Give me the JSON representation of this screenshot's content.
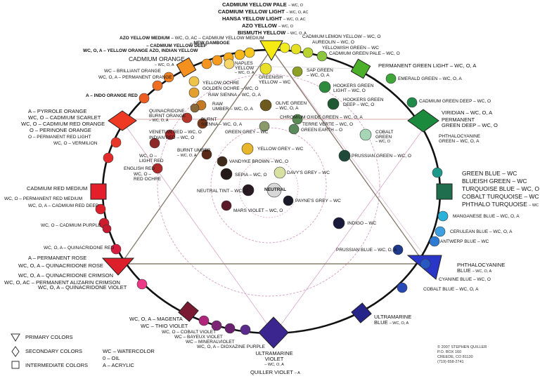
{
  "colors": {
    "ring": "#111111",
    "pink_circle": "#d9a6c9",
    "neutral": "#d8d8d8"
  },
  "primary_labels": {
    "cadmium_yellow_pale": "CADMIUM YELLOW PALE",
    "cadmium_yellow_light": "CADMIUM YELLOW LIGHT",
    "hansa_yellow_light": "HANSA YELLOW LIGHT",
    "azo_yellow": "AZO YELLOW",
    "bismuth_yellow": "BISMUTH YELLOW",
    "wc_o_a": "– WC, O, A",
    "wc_o_ac": "– WC, O, AC",
    "wc_o": "– WC, O"
  },
  "labels": {
    "azo_yellow_medium": "AZO YELLOW MEDIUM",
    "azo_yellow_medium_codes": "– WC, O, AC – CADMIUM YELLOW MEDIUM",
    "new_gamboge": "– NEW GAMBOGE",
    "cadmium_yellow_deep": "– CADMIUM YELLOW DEEP",
    "yellow_orange_azo": "WC, O, A – YELLOW ORANGE AZO, INDIAN YELLOW",
    "cadmium_orange": "CADMIUM ORANGE",
    "cadmium_orange_codes": "– WC, O, A",
    "brilliant_orange": "WC – BRILLIANT ORANGE",
    "permanent_orange": "WC, O, A – PERMANENT ORANGE",
    "indo_orange_red": "A – INDO ORANGE RED",
    "pyrrole_orange": "A – PYRROLE ORANGE",
    "cadmium_scarlet": "WC, O – CADMIUM SCARLET",
    "cadmium_red_orange": "WC, O – CADMIUM RED ORANGE",
    "perinone_orange": "O – PERINONE ORANGE",
    "permanent_red_light": "O – PERMANENT RED LIGHT",
    "vermilion": "WC, O – VERMILION",
    "cadmium_red_medium": "CADMIUM RED MEDIUM",
    "permanent_red_medium": "WC, O – PERMANENT RED MEDIUM",
    "cadmium_red_deep": "WC, O, A – CADMIUM RED DEEP",
    "cadmium_purple": "WC, O – CADMIUM PURPLE",
    "quinacridone_red": "WC, O, A – QUINACRIDONE RED",
    "permanent_rose": "A – PERMANENT ROSE",
    "quinacridone_rose": "WC, O, A – QUINACRIDONE ROSE",
    "quinacridone_crimson": "WC, O, A – QUINACRIDONE CRIMSON",
    "permanent_alizarin": "WC, O, AC – PERMANENT ALIZARIN CRIMSON",
    "quinacridone_violet": "WC, O, A – QUINACRIDONE VIOLET",
    "magenta": "WC, O, A – MAGENTA",
    "thio_violet": "WC – THIO VIOLET",
    "cobalt_violet": "WC, O – COBALT VIOLET",
    "bayeux_violet": "WC – BAYEUX VIOLET",
    "mineral_violet": "WC – MINERALVIOLET",
    "dioxazine_purple": "WC, O, A – DIOXAZINE PURPLE",
    "ultramarine_violet": "ULTRAMARINE",
    "ultramarine_violet2": "VIOLET",
    "ultramarine_violet_codes": "– WC, O, A",
    "quiller_violet": "QUILLER VIOLET",
    "quiller_violet_codes": "– A",
    "ultramarine_blue": "ULTRAMARINE",
    "ultramarine_blue2": "BLUE",
    "ultramarine_blue_codes": "– WC, O, A",
    "cyanine_blue": "CYANINE BLUE – WC, O",
    "cobalt_blue": "COBALT BLUE – WC, O, A",
    "phthalocyanine_blue": "PHTHALOCYANINE",
    "phthalocyanine_blue2": "BLUE",
    "phthalocyanine_blue_codes": "– WC, O, A",
    "antwerp_blue": "ANTWERP BLUE – WC",
    "cerulean_blue": "CERULEAN BLUE – WC, O, A",
    "manganese_blue": "MANGANESE BLUE – WC, O, A",
    "green_blue": "GREEN BLUE – WC",
    "blueish_green": "BLUEISH GREEN – WC",
    "turquoise_blue": "TURQUOISE BLUE – WC, O",
    "cobalt_turquoise": "COBALT TURQUOISE – WC",
    "phthalo_turquoise": "PHTHALO TURQUOISE",
    "phthalo_turquoise_codes": "– WC",
    "phthalocyanine_green": "PHTHALOCYANINE",
    "phthalocyanine_green2": "GREEN – WC, O, A",
    "viridian": "VIRIDIAN – WC, O, A",
    "permanent_green_deep": "PERMANENT",
    "permanent_green_deep2": "GREEN DEEP – WC, O",
    "cadmium_green_deep": "CADMIUM GREEN DEEP – WC, O",
    "emerald_green": "EMERALD GREEN – WC, O, A",
    "permanent_green_light": "PERMANENT GREEN LIGHT – WC, O, A",
    "cadmium_green_pale": "CADMIUM GREEN PALE – WC, O",
    "yellowish_green": "YELLOWISH GREEN – WC",
    "aureolin": "AUREOLIN – WC, O",
    "cadmium_lemon": "CADMIUM LEMON YELLOW – WC, O",
    "sap_green": "SAP GREEN",
    "sap_green_codes": "– WC, O, A",
    "hookers_green_light": "HOOKERS GREEN",
    "hookers_green_light2": "LIGHT – WC, O",
    "hookers_green_deep": "HOOKERS GREEN",
    "hookers_green_deep2": "DEEP – WC, O",
    "chromium_oxide": "CHROMIUM OXIDE GREEN – WC, O, A",
    "terre_verte": "TERRE VERTE – WC, O",
    "green_earth": "GREEN EARTH – O",
    "cobalt_green": "COBALT",
    "cobalt_green2": "GREEN",
    "cobalt_green_codes": "– WC, O",
    "prussian_green": "PRUSSIAN GREEN – WC, O",
    "olive_green": "OLIVE GREEN",
    "olive_green_codes": "– WC, O, A",
    "green_grey": "GREEN GREY – WC",
    "greenish_yellow": "GREENISH",
    "greenish_yellow2": "YELLOW – WC",
    "naples_yellow": "NAPLES",
    "naples_yellow2": "YELLOW",
    "naples_yellow_codes": "– WC, O, A",
    "yellow_ochre": "YELLOW OCHRE",
    "golden_ochre": "GOLDEN OCHRE – WC, O",
    "raw_sienna": "RAW SIENNA – WC, O, A",
    "raw_umber": "RAW",
    "raw_umber2": "UMBER – WC, O, A",
    "quinacridone_burnt_orange": "QUINACRIDONE",
    "quinacridone_burnt_orange2": "BURNT ORANGE",
    "quinacridone_burnt_orange_codes": "– WC, O, A",
    "venetian_red": "VENETIAN RED – WC, O",
    "indian_red": "INDIAN RED – WC, O",
    "burnt_sienna": "BURNT",
    "burnt_sienna2": "SIENNA – WC, O, A",
    "light_red": "WC, O –",
    "light_red2": "LIGHT RED",
    "english_red": "ENGLISH RED",
    "red_ochre": "WC, O –",
    "red_ochre2": "RED OCHRE",
    "burnt_umber": "BURNT UMBER",
    "burnt_umber_codes": "– WC, O, A",
    "yellow_grey": "YELLOW GREY – WC",
    "vandyke_brown": "VANDYKE BROWN – WC, O",
    "sepia": "SEPIA – WC, O",
    "davys_grey": "DAVY'S GREY – WC",
    "neutral_tint": "NEUTRAL TINT – WC, O",
    "neutral": "NEUTRAL",
    "paynes_grey": "PAYNE'S GREY – WC",
    "mars_violet": "MARS VIOLET – WC, O",
    "indigo": "INDIGO – WC",
    "prussian_blue": "PRUSSIAN BLUE – WC, O, A"
  },
  "legend": {
    "primary": "PRIMARY COLORS",
    "secondary": "SECONDARY COLORS",
    "intermediate": "INTERMEDIATE COLORS",
    "wc": "WC – WATERCOLOR",
    "o": "0 – OIL",
    "a": "A – ACRYLIC"
  },
  "copyright": {
    "line1": "© 2007 STEPHEN QUILLER",
    "line2": "P.O. BOX 160",
    "line3": "CREEDE, CO 81130",
    "line4": "(719) 658-2741"
  }
}
